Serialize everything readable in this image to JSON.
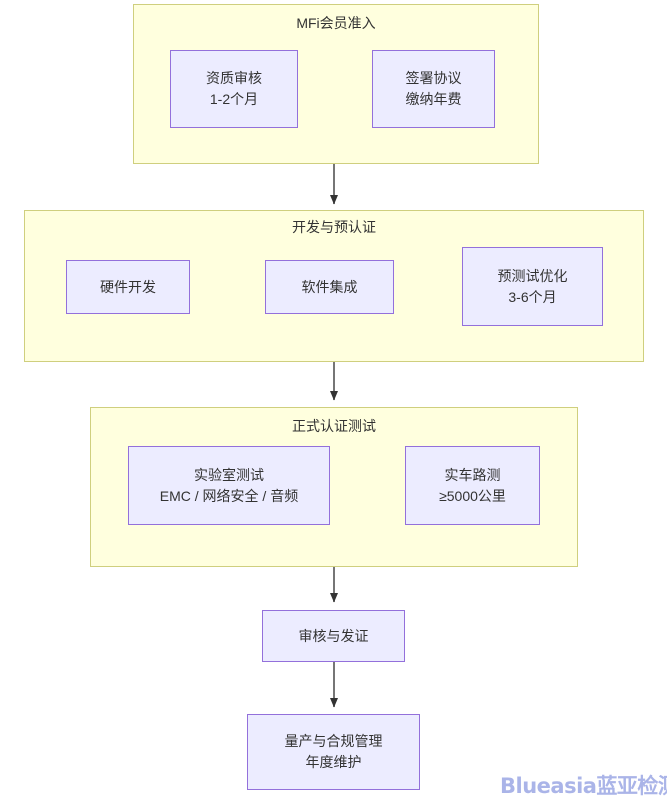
{
  "diagram": {
    "type": "flowchart",
    "direction": "top-to-bottom",
    "colors": {
      "cluster_fill": "#ffffde",
      "cluster_border": "#cfcf7e",
      "node_fill": "#ececff",
      "node_border": "#9370db",
      "text": "#333333",
      "edge": "#333333",
      "watermark": "#aab4e8"
    },
    "clusters": [
      {
        "id": "cluster-mfi",
        "title": "MFi会员准入",
        "nodes": [
          {
            "id": "node-qualification-review",
            "line1": "资质审核",
            "line2": "1-2个月"
          },
          {
            "id": "node-sign-agreement",
            "line1": "签署协议",
            "line2": "缴纳年费"
          }
        ]
      },
      {
        "id": "cluster-development",
        "title": "开发与预认证",
        "nodes": [
          {
            "id": "node-hardware-development",
            "line1": "硬件开发",
            "line2": ""
          },
          {
            "id": "node-software-integration",
            "line1": "软件集成",
            "line2": ""
          },
          {
            "id": "node-pretest-optimization",
            "line1": "预测试优化",
            "line2": "3-6个月"
          }
        ]
      },
      {
        "id": "cluster-certification",
        "title": "正式认证测试",
        "nodes": [
          {
            "id": "node-lab-test",
            "line1": "实验室测试",
            "line2": "EMC / 网络安全 / 音频"
          },
          {
            "id": "node-road-test",
            "line1": "实车路测",
            "line2": "≥5000公里"
          }
        ]
      }
    ],
    "standalone_nodes": [
      {
        "id": "node-audit-issue-certificate",
        "line1": "审核与发证",
        "line2": ""
      },
      {
        "id": "node-mass-production",
        "line1": "量产与合规管理",
        "line2": "年度维护"
      }
    ],
    "edges": [
      {
        "from": "node-qualification-review",
        "to": "node-sign-agreement"
      },
      {
        "from": "cluster-mfi",
        "to": "cluster-development"
      },
      {
        "from": "node-hardware-development",
        "to": "node-software-integration"
      },
      {
        "from": "node-software-integration",
        "to": "node-pretest-optimization"
      },
      {
        "from": "cluster-development",
        "to": "cluster-certification"
      },
      {
        "from": "node-lab-test",
        "to": "node-road-test"
      },
      {
        "from": "cluster-certification",
        "to": "node-audit-issue-certificate"
      },
      {
        "from": "node-audit-issue-certificate",
        "to": "node-mass-production"
      }
    ]
  },
  "watermark": {
    "text": "Blueasia蓝亚检测"
  }
}
